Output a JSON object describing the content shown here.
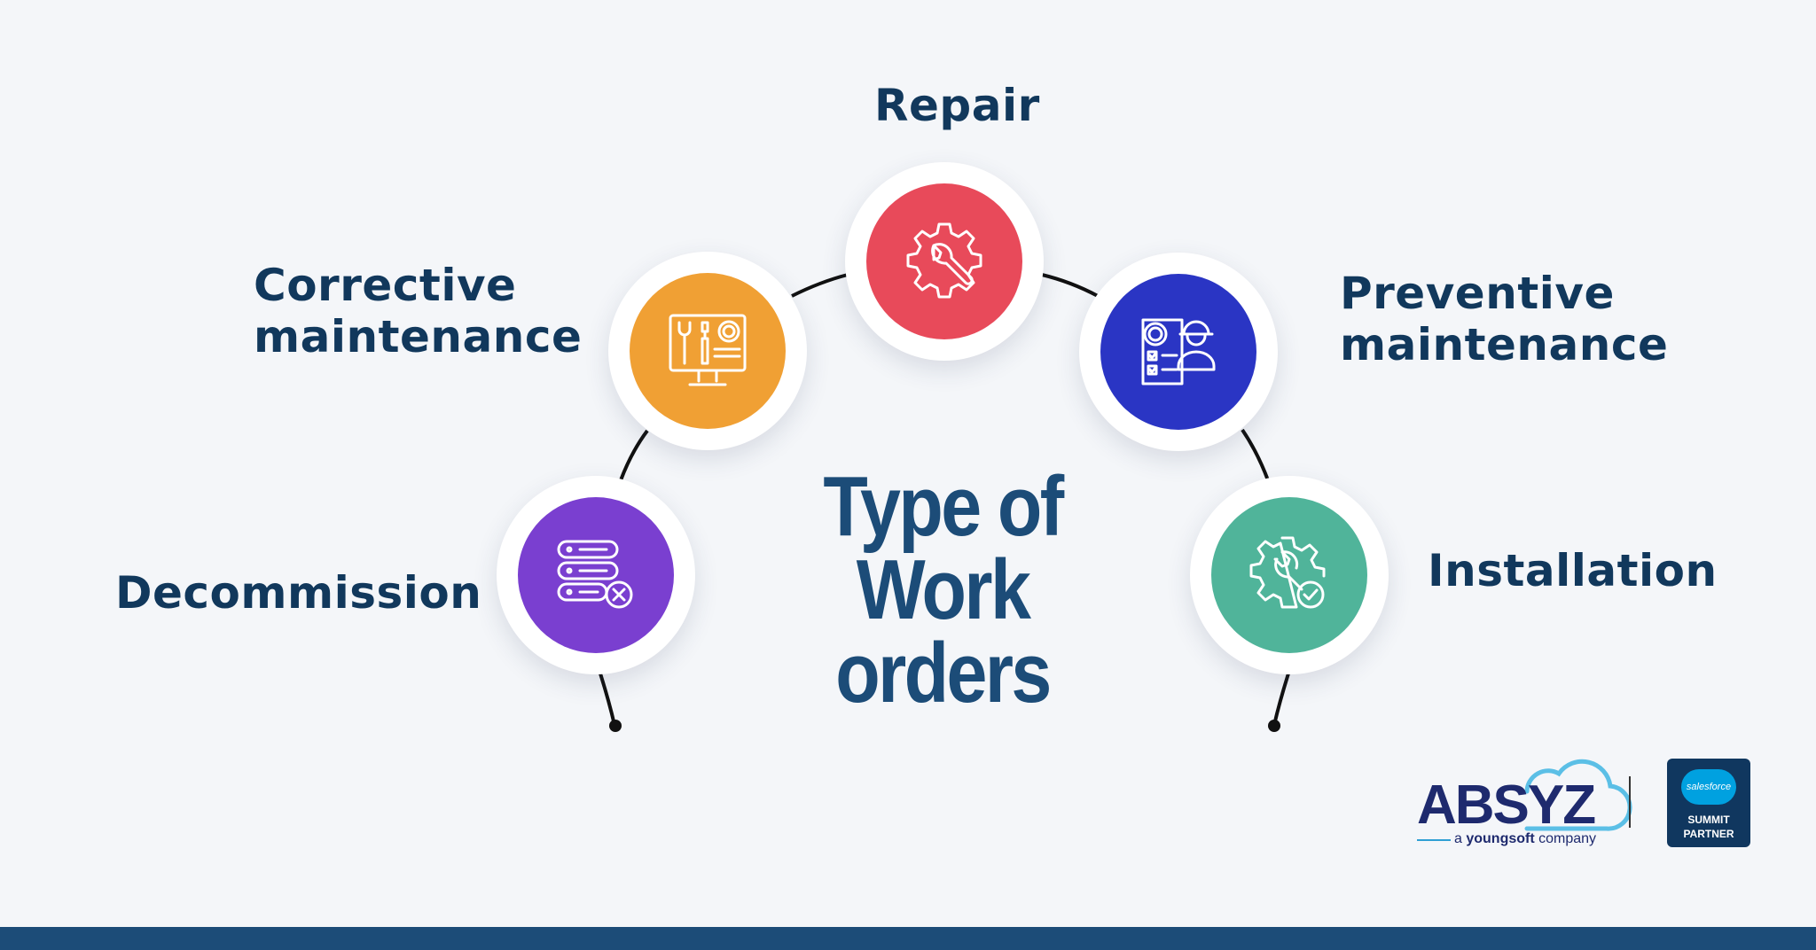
{
  "title": {
    "line1": "Type of",
    "line2": "Work orders"
  },
  "items": [
    {
      "id": "repair",
      "lines": [
        "Repair"
      ],
      "color": "#e84a5a",
      "icon": "gear-wrench-icon"
    },
    {
      "id": "corrective",
      "lines": [
        "Corrective",
        "maintenance"
      ],
      "color": "#f0a034",
      "icon": "monitor-tools-icon"
    },
    {
      "id": "preventive",
      "lines": [
        "Preventive",
        "maintenance"
      ],
      "color": "#2a35c4",
      "icon": "worker-checklist-icon"
    },
    {
      "id": "decommission",
      "lines": [
        "Decommission"
      ],
      "color": "#7a3fd0",
      "icon": "server-remove-icon"
    },
    {
      "id": "installation",
      "lines": [
        "Installation"
      ],
      "color": "#50b49a",
      "icon": "gear-check-icon"
    }
  ],
  "branding": {
    "logo_text": "ABSYZ",
    "logo_tagline_pre": "a ",
    "logo_tagline_brand": "youngsoft",
    "logo_tagline_post": " company",
    "badge_cloud": "salesforce",
    "badge_line1": "SUMMIT",
    "badge_line2": "PARTNER",
    "colors": {
      "navy": "#11385c",
      "brand_blue": "#1c4c78",
      "cloud_blue": "#00a1e0"
    }
  }
}
